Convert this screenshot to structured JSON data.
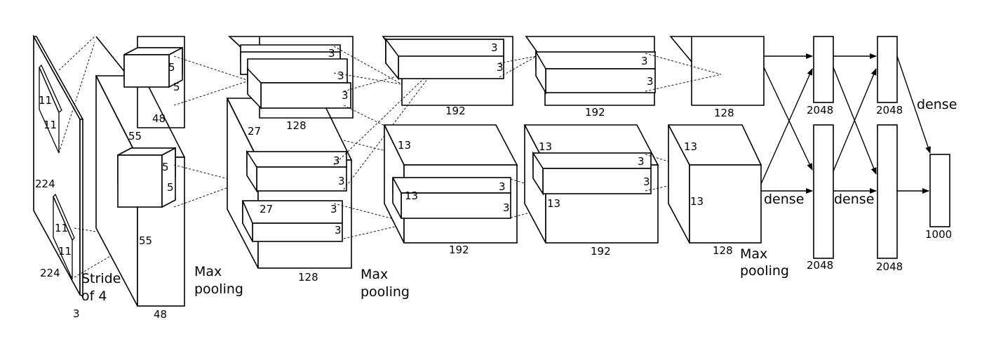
{
  "labels": {
    "input_size": "224",
    "input_size_bottom": "224",
    "input_depth": "3",
    "kernel_11": "11",
    "stride_line1": "Stride",
    "stride_line2": "of 4",
    "conv1_size": "55",
    "conv1_depth": "48",
    "kernel_5": "5",
    "max_pool_word1": "Max",
    "max_pool_word2": "pooling",
    "conv2_size": "27",
    "conv2_depth": "128",
    "kernel_3": "3",
    "conv3_depth": "192",
    "conv_size_13": "13",
    "conv5_depth": "128",
    "fc_size": "2048",
    "output_size": "1000",
    "dense": "dense"
  }
}
